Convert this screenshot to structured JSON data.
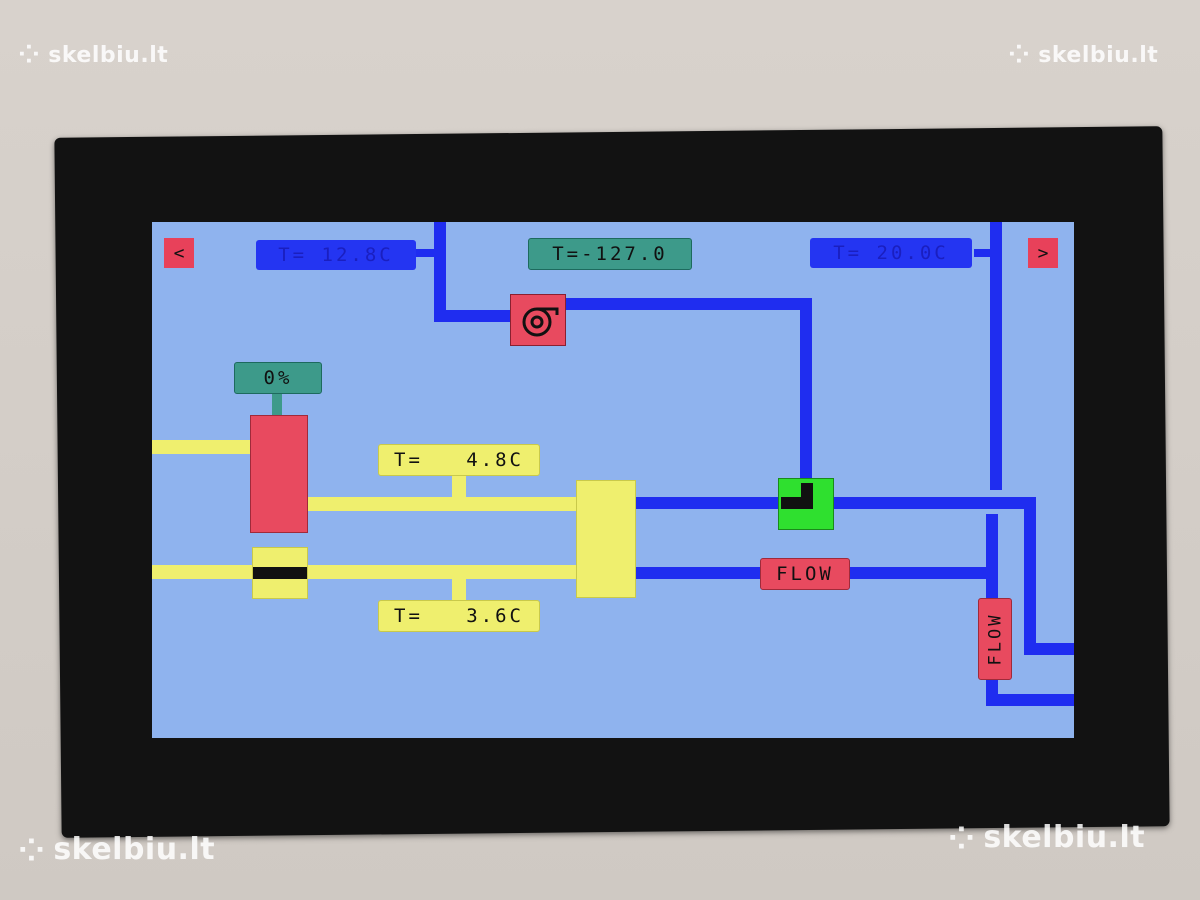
{
  "watermark": {
    "dots": "⁘",
    "text": "skelbiu.lt"
  },
  "nav": {
    "prev": "<",
    "next": ">"
  },
  "readouts": {
    "top_left_temp": "T= 12.8C",
    "top_center_temp": "T=-127.0",
    "top_right_temp": "T= 20.0C",
    "valve_percent": "0%",
    "supply_temp": "T=   4.8C",
    "return_temp": "T=   3.6C"
  },
  "flow_labels": {
    "horizontal": "FLOW",
    "vertical": "FLOW"
  },
  "icons": {
    "pump": "fan-pump-icon",
    "valve": "three-way-valve-icon"
  },
  "colors": {
    "screen_bg": "#8fb3ee",
    "pipe_blue": "#1f2df0",
    "pipe_yellow": "#efef6e",
    "alarm_red": "#e84a5f",
    "ok_green": "#2fe02f",
    "teal": "#3d9a8a"
  }
}
